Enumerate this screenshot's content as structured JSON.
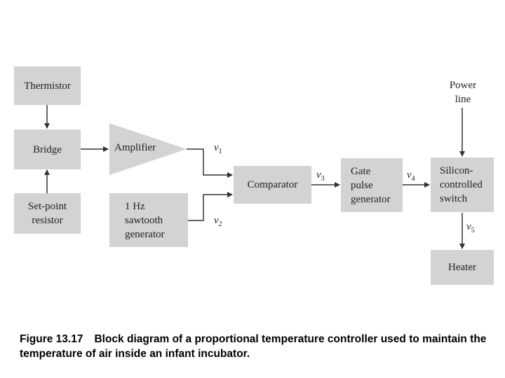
{
  "diagram": {
    "blocks": {
      "thermistor": "Thermistor",
      "bridge": "Bridge",
      "setpoint": "Set-point\nresistor",
      "amplifier": "Amplifier",
      "sawtooth": "1 Hz\nsawtooth\ngenerator",
      "comparator": "Comparator",
      "gate": "Gate\npulse\ngenerator",
      "scr": "Silicon-\ncontrolled\nswitch",
      "heater": "Heater"
    },
    "power_line": "Power\nline",
    "signals": {
      "v1": {
        "symbol": "v",
        "sub": "1"
      },
      "v2": {
        "symbol": "v",
        "sub": "2"
      },
      "v3": {
        "symbol": "v",
        "sub": "3"
      },
      "v4": {
        "symbol": "v",
        "sub": "4"
      },
      "v5": {
        "symbol": "v",
        "sub": "5"
      }
    },
    "colors": {
      "block": "#d3d3d3",
      "line": "#333333"
    }
  },
  "caption": {
    "number": "Figure 13.17",
    "text": "Block diagram of a proportional temperature controller used to maintain the temperature of air inside an infant incubator."
  }
}
